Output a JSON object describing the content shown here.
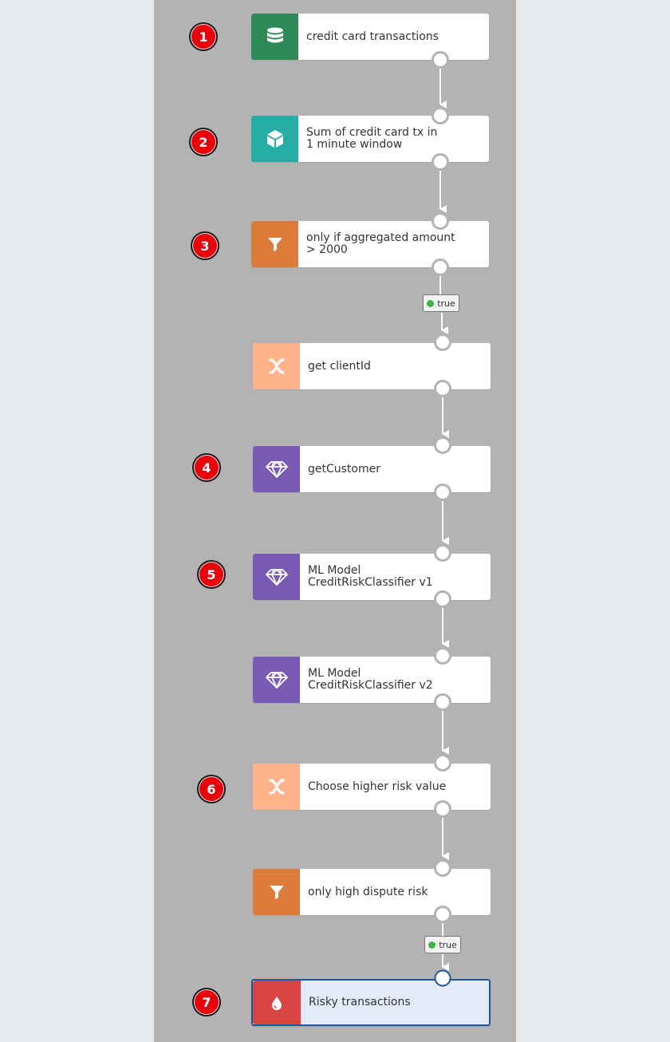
{
  "colors": {
    "source": "#2e8b57",
    "aggregate": "#26ada6",
    "filter": "#dd7b3a",
    "mapper": "#ffb38a",
    "enricher": "#7b5ab5",
    "sink": "#d94545",
    "badge": "#e8000b",
    "selected_border": "#1f56a0"
  },
  "nodes": [
    {
      "id": "n1",
      "label": "credit card transactions",
      "type": "source",
      "icon": "database-icon",
      "badge": "1"
    },
    {
      "id": "n2",
      "label": "Sum of credit card tx in\n1 minute window",
      "type": "aggregate",
      "icon": "cube-icon",
      "badge": "2"
    },
    {
      "id": "n3",
      "label": "only if aggregated amount\n> 2000",
      "type": "filter",
      "icon": "filter-icon",
      "badge": "3"
    },
    {
      "id": "n4",
      "label": "get clientId",
      "type": "mapper",
      "icon": "variable-x-icon",
      "badge": ""
    },
    {
      "id": "n5",
      "label": "getCustomer",
      "type": "enricher",
      "icon": "diamond-gem-icon",
      "badge": "4"
    },
    {
      "id": "n6",
      "label": "ML Model\nCreditRiskClassifier v1",
      "type": "enricher",
      "icon": "diamond-gem-icon",
      "badge": "5"
    },
    {
      "id": "n7",
      "label": "ML Model\nCreditRiskClassifier v2",
      "type": "enricher",
      "icon": "diamond-gem-icon",
      "badge": ""
    },
    {
      "id": "n8",
      "label": "Choose higher risk value",
      "type": "mapper",
      "icon": "variable-x-icon",
      "badge": "6"
    },
    {
      "id": "n9",
      "label": "only high dispute risk",
      "type": "filter",
      "icon": "filter-icon",
      "badge": ""
    },
    {
      "id": "n10",
      "label": "Risky transactions",
      "type": "sink",
      "icon": "drop-icon",
      "badge": "7",
      "selected": true
    }
  ],
  "edge_labels": {
    "true_1": "true",
    "true_2": "true"
  }
}
